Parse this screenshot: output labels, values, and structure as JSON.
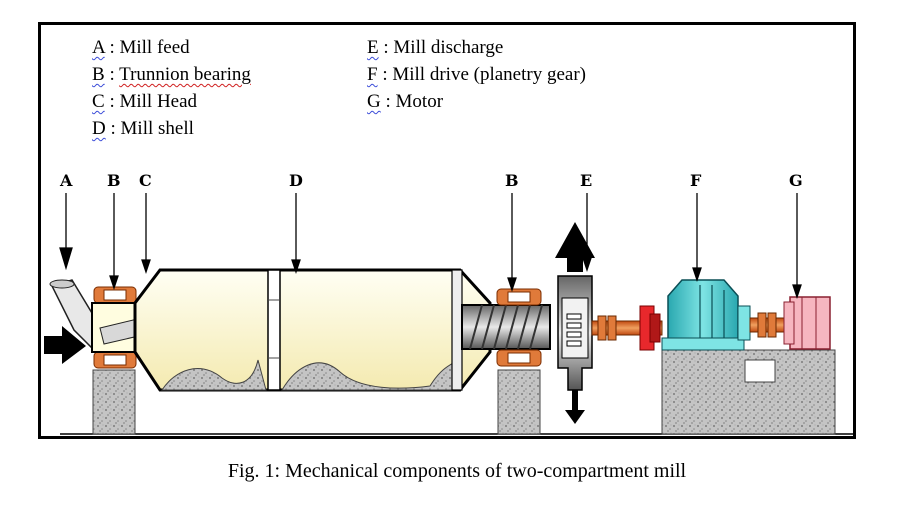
{
  "legend": [
    {
      "key": "A",
      "sep": " : ",
      "text": "Mill feed"
    },
    {
      "key": "B",
      "sep": " : ",
      "text": "Trunnion bearing"
    },
    {
      "key": "C",
      "sep": " : ",
      "text": "Mill Head"
    },
    {
      "key": "D",
      "sep": " : ",
      "text": "Mill shell"
    },
    {
      "key": "E",
      "sep": " : ",
      "text": "Mill discharge"
    },
    {
      "key": "F",
      "sep": " : ",
      "text": "Mill drive (planetry gear)"
    },
    {
      "key": "G",
      "sep": " : ",
      "text": "Motor"
    }
  ],
  "component_labels": {
    "a": "A",
    "b1": "B",
    "c": "C",
    "d": "D",
    "b2": "B",
    "e": "E",
    "f": "F",
    "g": "G"
  },
  "caption": "Fig. 1:  Mechanical components of two-compartment mill",
  "colors": {
    "shell_fill": "#fffde0",
    "bearing": "#e07a3a",
    "gear": "#40c8c8",
    "motor": "#f6b6c0",
    "foundation": "#bdbdbd",
    "coupling_red": "#e8282c"
  }
}
